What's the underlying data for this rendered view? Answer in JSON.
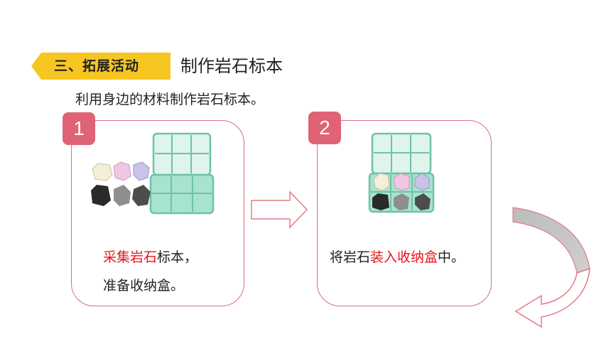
{
  "section": {
    "tag_label": "三、拓展活动",
    "title": "制作岩石标本"
  },
  "intro_text": "利用身边的材料制作岩石标本。",
  "steps": [
    {
      "number": "1",
      "caption_red": "采集岩石",
      "caption_rest": "标本，",
      "caption_line2": "准备收纳盒。"
    },
    {
      "number": "2",
      "caption_prefix": "将岩石",
      "caption_red": "装入收纳盒",
      "caption_suffix": "中。"
    }
  ],
  "colors": {
    "tag_yellow": "#f7c623",
    "card_border": "#d9707c",
    "badge": "#e06276",
    "highlight": "#e8141c",
    "box_green": "#7fd3b7"
  },
  "icons": [
    "step-arrow-right-icon",
    "curved-return-arrow-icon",
    "rock-collection-image",
    "sample-box-image"
  ]
}
